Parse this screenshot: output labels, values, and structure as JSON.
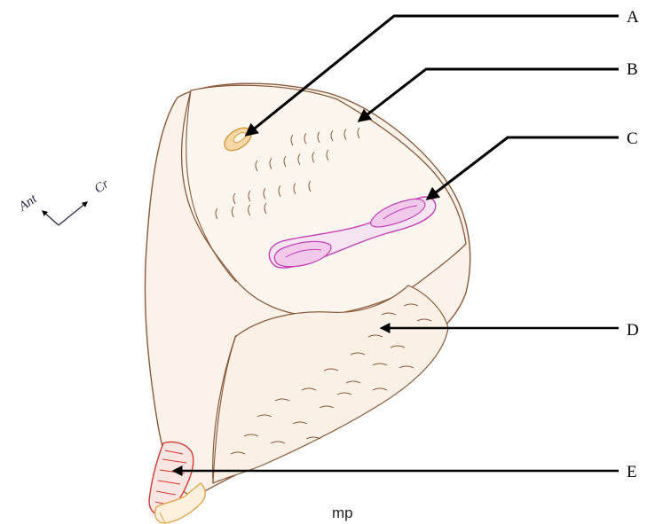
{
  "diagram": {
    "labels": [
      "A",
      "B",
      "C",
      "D",
      "E"
    ],
    "orientation": {
      "anterior": "Ant",
      "cranial": "Cr"
    },
    "signature": "mp",
    "colors": {
      "outline": "#8a5a3c",
      "fill": "#fbf2ea",
      "pointer": "#000000",
      "structure_a": "#d79a3a",
      "structure_c": "#c23fb6",
      "structure_e": "#d4382e",
      "tube_e": "#e6a24a",
      "orientation_arrows": "#2a2a4a"
    }
  }
}
